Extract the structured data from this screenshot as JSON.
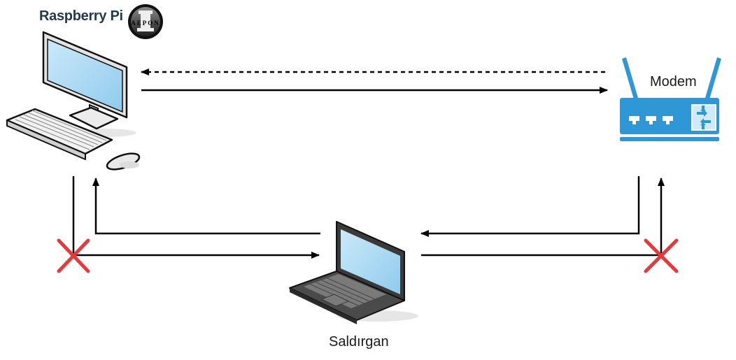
{
  "nodes": {
    "raspberry_pi": {
      "label": "Raspberry Pi",
      "logo_text": "AEPON"
    },
    "modem": {
      "label": "Modem"
    },
    "attacker": {
      "label": "Saldırgan"
    }
  },
  "colors": {
    "line": "#000000",
    "screen": "#a9d8f2",
    "device_dark": "#3a3a3a",
    "router_blue": "#2f97d6",
    "cross_red": "#e5393b"
  }
}
